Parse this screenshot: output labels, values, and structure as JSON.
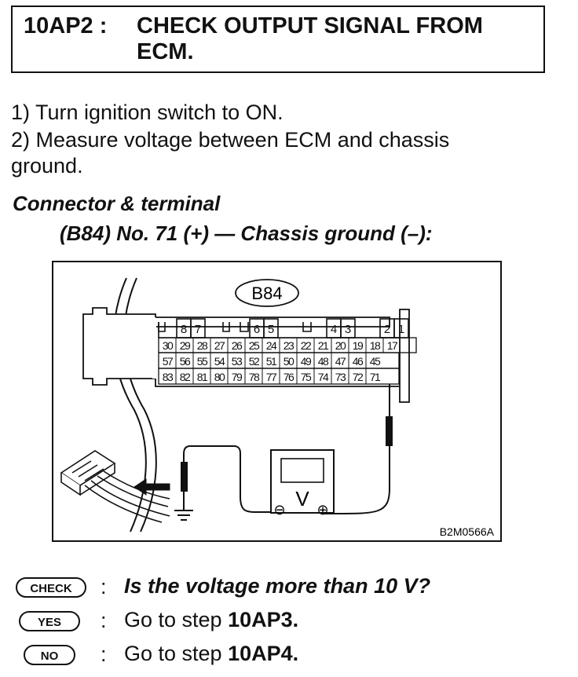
{
  "step": {
    "code": "10AP2 :",
    "title_line1": "CHECK OUTPUT SIGNAL FROM",
    "title_line2": "ECM."
  },
  "instructions": [
    "1) Turn ignition switch to ON.",
    "2) Measure voltage between ECM and chassis",
    "ground."
  ],
  "connector_heading": "Connector & terminal",
  "connector_spec": "(B84) No. 71 (+) — Chassis ground (–):",
  "diagram": {
    "connector_label": "B84",
    "figure_code": "B2M0566A",
    "top_row": [
      "8",
      "7",
      "6",
      "5",
      "4",
      "3",
      "2",
      "1"
    ],
    "row1": [
      "30",
      "29",
      "28",
      "27",
      "26",
      "25",
      "24",
      "23",
      "22",
      "21",
      "20",
      "19",
      "18",
      "17"
    ],
    "row2": [
      "57",
      "56",
      "55",
      "54",
      "53",
      "52",
      "51",
      "50",
      "49",
      "48",
      "47",
      "46",
      "45"
    ],
    "row3": [
      "83",
      "82",
      "81",
      "80",
      "79",
      "78",
      "77",
      "76",
      "75",
      "74",
      "73",
      "72",
      "71"
    ],
    "meter_symbol": "V",
    "minus": "⊖",
    "plus": "⊕"
  },
  "check": {
    "check_badge": "CHECK",
    "yes_badge": "YES",
    "no_badge": "NO",
    "separator": ":",
    "question": "Is the voltage more than 10 V?",
    "yes_text": "Go to step ",
    "yes_step": "10AP3.",
    "no_text": "Go to step ",
    "no_step": "10AP4."
  }
}
